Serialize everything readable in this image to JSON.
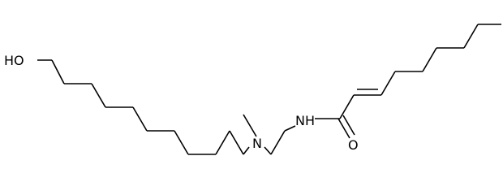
{
  "molecule": {
    "atom_labels": {
      "hydroxyl": "HO",
      "amine_n": "N",
      "amide_nh": "NH",
      "carbonyl_o": "O"
    }
  }
}
